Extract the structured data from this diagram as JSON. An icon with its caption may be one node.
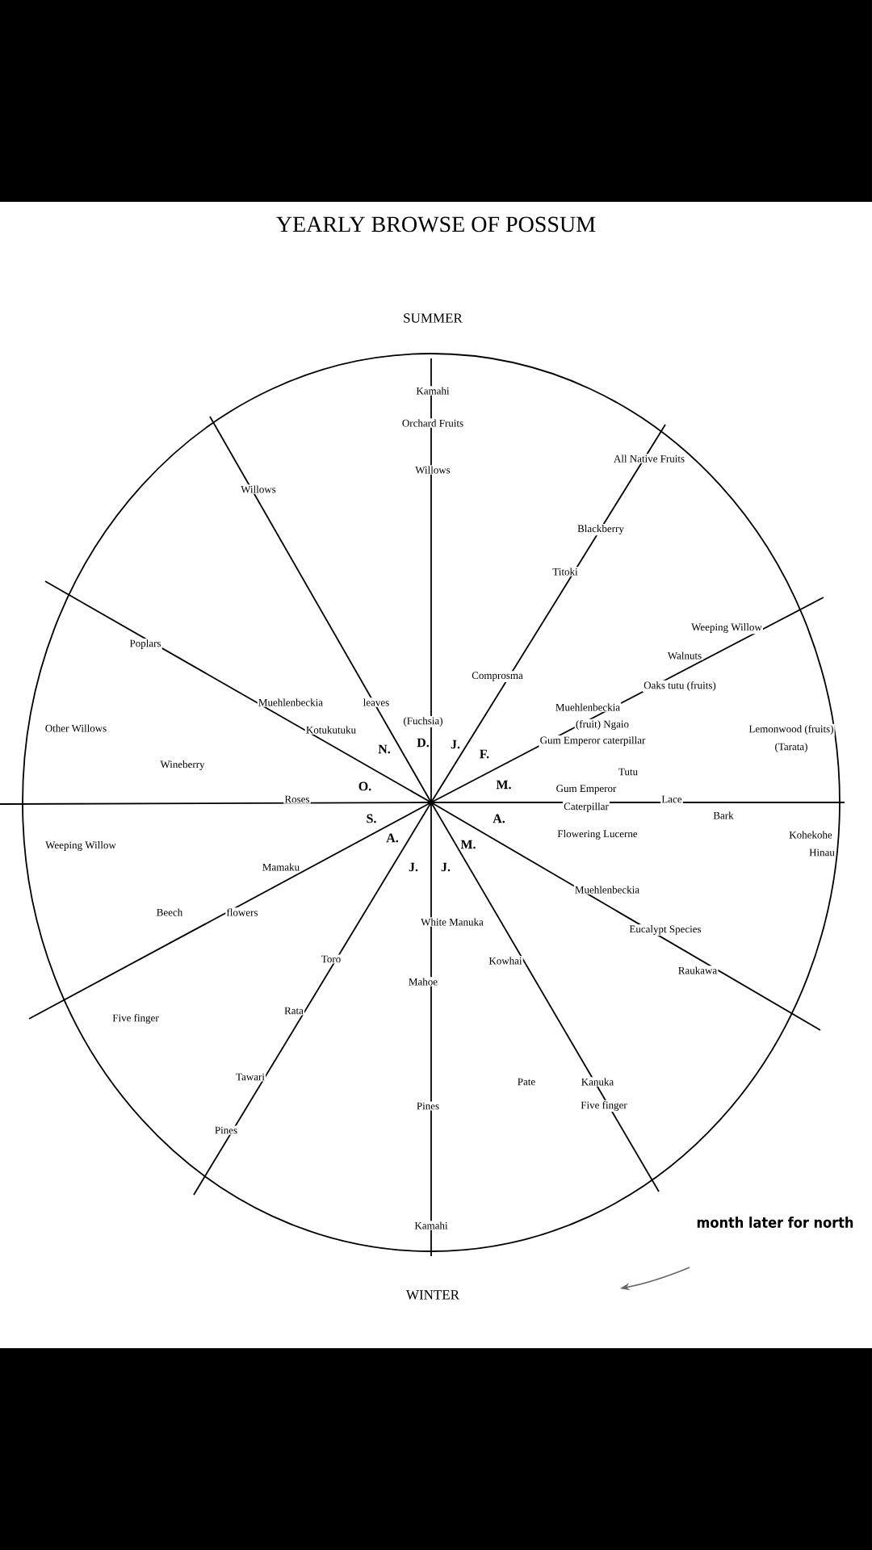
{
  "diagram": {
    "title": "YEARLY BROWSE OF POSSUM",
    "labels": [
      "SUMMER",
      "Kamahi",
      "Orchard Fruits",
      "Willows",
      "Willows",
      "All Native Fruits",
      "Blackberry",
      "Titoki",
      "Poplars",
      "Weeping Willow",
      "Walnuts",
      "Comprosma",
      "Oaks tutu (fruits)",
      "Muehlenbeckia",
      "leaves",
      "(Fuchsia)",
      "Kotukutuku",
      "Muehlenbeckia",
      "(fruit) Ngaio",
      "Gum Emperor caterpillar",
      "Other Willows",
      "Lemonwood (fruits)",
      "(Tarata)",
      "N.",
      "D.",
      "J.",
      "F.",
      "Wineberry",
      "O.",
      "M.",
      "Tutu",
      "Gum Emperor",
      "Caterpillar",
      "Lace",
      "Roses",
      "Bark",
      "S.",
      "A.",
      "Flowering Lucerne",
      "Kohekohe",
      "Hinau",
      "Weeping Willow",
      "A.",
      "M.",
      "Mamaku",
      "J.",
      "J.",
      "Muehlenbeckia",
      "Beech",
      "flowers",
      "White Manuka",
      "Eucalypt Species",
      "Toro",
      "Kowhai",
      "Raukawa",
      "Mahoe",
      "Rata",
      "Five finger",
      "Tawari",
      "Pate",
      "Kanuka",
      "Five finger",
      "Pines",
      "Pines",
      "Kamahi",
      "month later for north",
      "WINTER"
    ]
  }
}
